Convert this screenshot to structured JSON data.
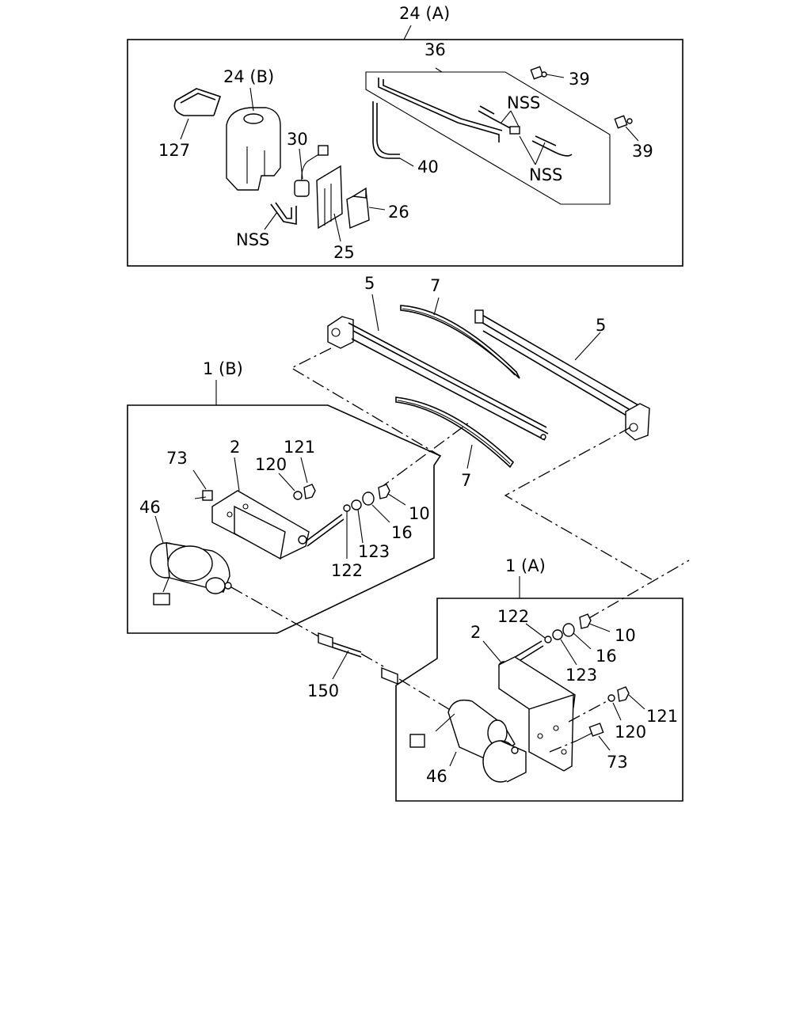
{
  "diagram": {
    "groups": {
      "washer_assembly": "24 (A)",
      "tank": "24 (B)",
      "left_motor_assembly": "1 (B)",
      "right_motor_assembly": "1 (A)"
    },
    "callouts": {
      "hose_36": "36",
      "nozzle_39_a": "39",
      "nozzle_39_b": "39",
      "nss_1": "NSS",
      "nss_2": "NSS",
      "nss_3": "NSS",
      "band_127": "127",
      "pump_30": "30",
      "hose_40": "40",
      "bracket_26": "26",
      "bracket_25": "25",
      "arm_5_a": "5",
      "arm_5_b": "5",
      "blade_7_a": "7",
      "blade_7_b": "7",
      "l_bolt_73": "73",
      "l_link_2": "2",
      "l_washer_120": "120",
      "l_nut_121": "121",
      "l_motor_46": "46",
      "l_nut_10": "10",
      "l_bush_16": "16",
      "l_spacer_123": "123",
      "l_washer_122": "122",
      "cable_150": "150",
      "r_washer_122": "122",
      "r_link_2": "2",
      "r_nut_10": "10",
      "r_bush_16": "16",
      "r_spacer_123": "123",
      "r_nut_121": "121",
      "r_washer_120": "120",
      "r_motor_46": "46",
      "r_bolt_73": "73"
    }
  }
}
